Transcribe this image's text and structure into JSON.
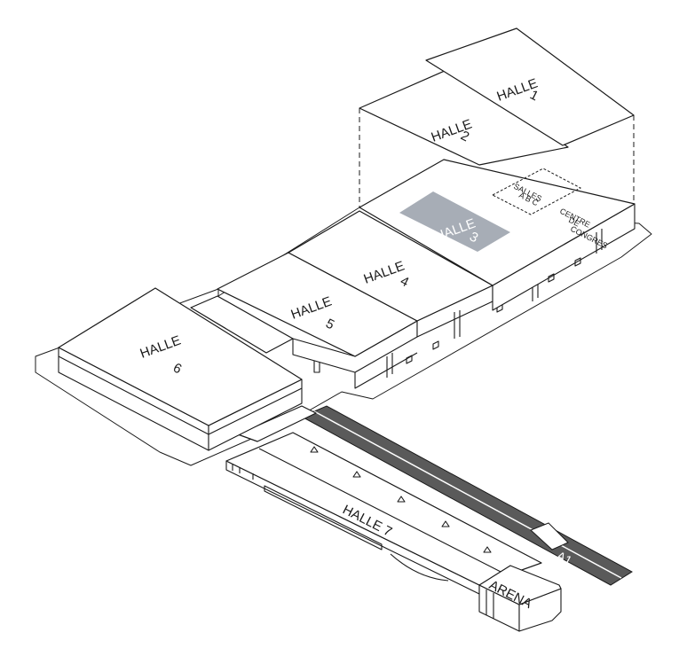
{
  "halls": {
    "h1": [
      "HALLE",
      "1"
    ],
    "h2": [
      "HALLE",
      "2"
    ],
    "h3": [
      "HALLE",
      "3"
    ],
    "h4": [
      "HALLE",
      "4"
    ],
    "h5": [
      "HALLE",
      "5"
    ],
    "h6": [
      "HALLE",
      "6"
    ],
    "h7": "HALLE 7"
  },
  "salles": [
    "SALLES",
    "A B C"
  ],
  "centre": [
    "CENTRE",
    "DE",
    "CONGRES"
  ],
  "arena": "ARENA",
  "road": "A1",
  "colors": {
    "highlight": "#a7adb6",
    "road": "#5a5a5a",
    "line": "#1a1a1a"
  }
}
